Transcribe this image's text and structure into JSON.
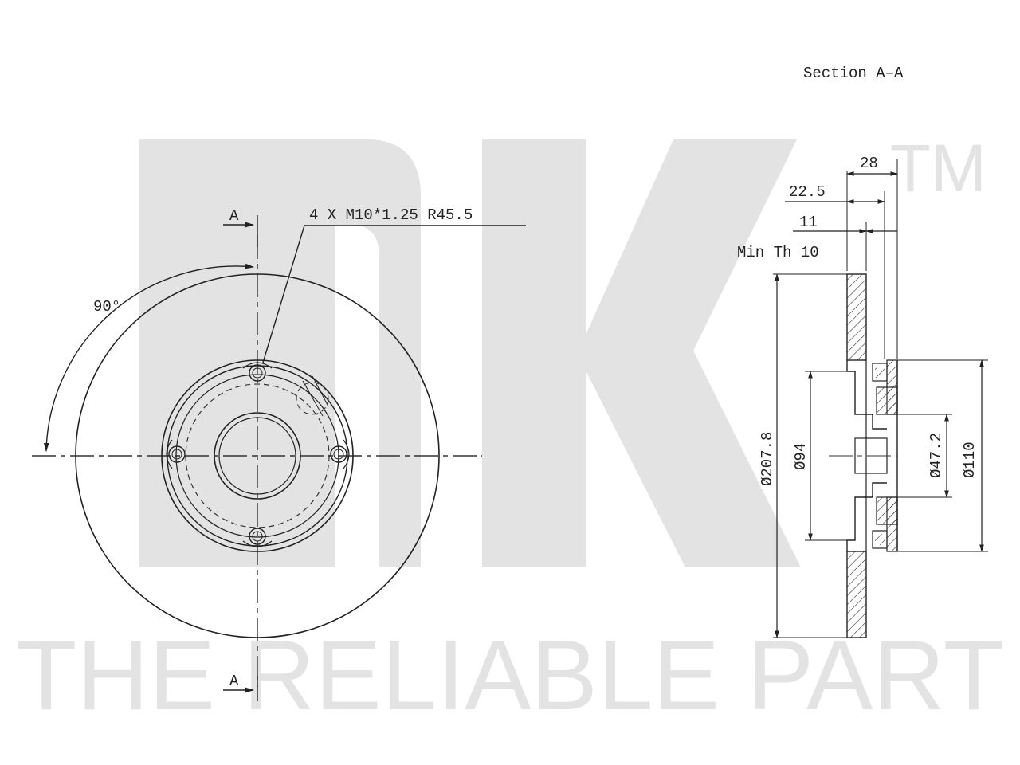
{
  "watermark": {
    "tagline": "THE RELIABLE PART",
    "trademark": "TM",
    "color": "#e3e3e3"
  },
  "drawing": {
    "section_title": "Section A–A",
    "section_marker_top": "A",
    "section_marker_bottom": "A",
    "bolt_spec": "4 X M10*1.25 R45.5",
    "angle": "90°",
    "dimensions": {
      "total_width": "28",
      "hat_depth": "22.5",
      "disc_thickness": "11",
      "min_thickness": "Min Th 10",
      "outer_diameter": "Ø207.8",
      "hub_diameter": "Ø94",
      "center_bore": "Ø47.2",
      "hat_diameter": "Ø110"
    },
    "line_color": "#222222"
  }
}
